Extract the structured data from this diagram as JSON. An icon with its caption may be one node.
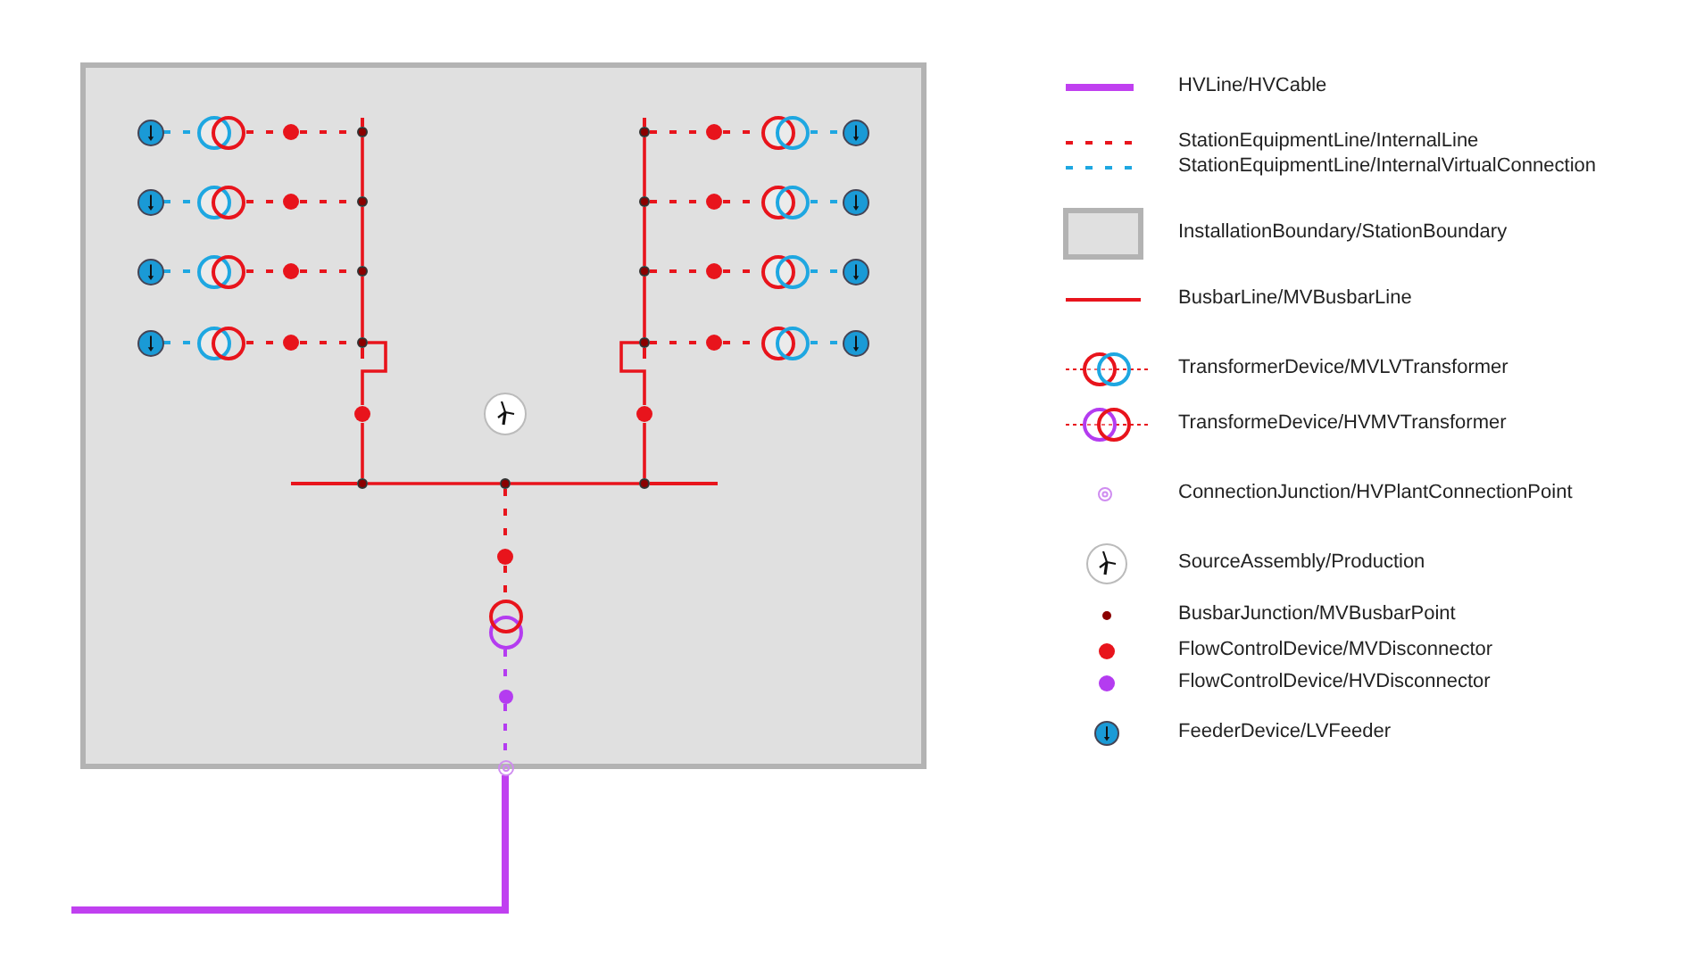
{
  "diagram": {
    "nodes": [
      {
        "text": [],
        "shape": "box"
      },
      {
        "text": [],
        "shape": "circle",
        "in": 0
      },
      {
        "text": [],
        "shape": "transformer",
        "in": 0
      },
      {
        "text": [],
        "shape": "circle",
        "in": 0
      },
      {
        "text": [],
        "shape": "circle",
        "in": 0
      },
      {
        "text": [],
        "shape": "circle",
        "in": 0
      },
      {
        "text": [],
        "shape": "circle",
        "in": 0
      },
      {
        "text": [],
        "shape": "transformer",
        "in": 0
      },
      {
        "text": [],
        "shape": "circle",
        "in": 0
      },
      {
        "text": [],
        "shape": "circle",
        "in": 0
      },
      {
        "text": [],
        "shape": "transformer",
        "in": 0
      },
      {
        "text": [],
        "shape": "circle",
        "in": 0
      },
      {
        "text": [],
        "shape": "circle",
        "in": 0
      },
      {
        "text": [],
        "shape": "circle",
        "in": 0
      },
      {
        "text": [],
        "shape": "circle",
        "in": 0
      },
      {
        "text": [],
        "shape": "transformer",
        "in": 0
      },
      {
        "text": [],
        "shape": "circle",
        "in": 0
      },
      {
        "text": [],
        "shape": "circle",
        "in": 0
      },
      {
        "text": [],
        "shape": "transformer",
        "in": 0
      },
      {
        "text": [],
        "shape": "circle",
        "in": 0
      },
      {
        "text": [],
        "shape": "circle",
        "in": 0
      },
      {
        "text": [],
        "shape": "circle",
        "in": 0
      },
      {
        "text": [],
        "shape": "circle",
        "in": 0
      },
      {
        "text": [],
        "shape": "transformer",
        "in": 0
      },
      {
        "text": [],
        "shape": "circle",
        "in": 0
      },
      {
        "text": [],
        "shape": "circle",
        "in": 0
      },
      {
        "text": [],
        "shape": "transformer",
        "in": 0
      },
      {
        "text": [],
        "shape": "circle",
        "in": 0
      },
      {
        "text": [],
        "shape": "circle",
        "in": 0
      },
      {
        "text": [],
        "shape": "circle",
        "in": 0
      },
      {
        "text": [],
        "shape": "circle",
        "in": 0
      },
      {
        "text": [],
        "shape": "transformer",
        "in": 0
      },
      {
        "text": [],
        "shape": "circle",
        "in": 0
      },
      {
        "text": [],
        "shape": "circle",
        "in": 0
      },
      {
        "text": [],
        "shape": "picture",
        "in": 0
      },
      {
        "text": [],
        "shape": "circle",
        "in": 0
      },
      {
        "text": [],
        "shape": "circle",
        "in": 0
      },
      {
        "text": [],
        "shape": "circle",
        "in": 0
      },
      {
        "text": [],
        "shape": "circle",
        "in": 0
      },
      {
        "text": [],
        "shape": "circle",
        "in": 0
      },
      {
        "text": [],
        "shape": "transformer",
        "in": 0
      },
      {
        "text": [],
        "shape": "circle",
        "in": 0
      },
      {
        "text": [],
        "shape": "circle"
      }
    ],
    "edges": [
      {
        "from": 1,
        "to": 2,
        "arrow": "none",
        "style": "dashed",
        "color": "#1ea7e1"
      },
      {
        "from": 2,
        "to": 3,
        "arrow": "none",
        "style": "dashed"
      },
      {
        "from": 3,
        "to": 4,
        "arrow": "none",
        "style": "dashed"
      },
      {
        "from": 5,
        "to": 6,
        "arrow": "none",
        "style": "dashed"
      },
      {
        "from": 6,
        "to": 7,
        "arrow": "none",
        "style": "dashed"
      },
      {
        "from": 7,
        "to": 8,
        "arrow": "none",
        "style": "dashed",
        "color": "#1ea7e1"
      },
      {
        "from": 9,
        "to": 10,
        "arrow": "none",
        "style": "dashed",
        "color": "#1ea7e1"
      },
      {
        "from": 10,
        "to": 11,
        "arrow": "none",
        "style": "dashed"
      },
      {
        "from": 11,
        "to": 12,
        "arrow": "none",
        "style": "dashed"
      },
      {
        "from": 13,
        "to": 14,
        "arrow": "none",
        "style": "dashed"
      },
      {
        "from": 14,
        "to": 15,
        "arrow": "none",
        "style": "dashed"
      },
      {
        "from": 15,
        "to": 16,
        "arrow": "none",
        "style": "dashed",
        "color": "#1ea7e1"
      },
      {
        "from": 17,
        "to": 18,
        "arrow": "none",
        "style": "dashed",
        "color": "#1ea7e1"
      },
      {
        "from": 18,
        "to": 19,
        "arrow": "none",
        "style": "dashed"
      },
      {
        "from": 19,
        "to": 20,
        "arrow": "none",
        "style": "dashed"
      },
      {
        "from": 21,
        "to": 22,
        "arrow": "none",
        "style": "dashed"
      },
      {
        "from": 22,
        "to": 23,
        "arrow": "none",
        "style": "dashed"
      },
      {
        "from": 23,
        "to": 24,
        "arrow": "none",
        "style": "dashed",
        "color": "#1ea7e1"
      },
      {
        "from": 25,
        "to": 26,
        "arrow": "none",
        "style": "dashed",
        "color": "#1ea7e1"
      },
      {
        "from": 26,
        "to": 27,
        "arrow": "none",
        "style": "dashed"
      },
      {
        "from": 27,
        "to": 28,
        "arrow": "none",
        "style": "dashed"
      },
      {
        "from": 29,
        "to": 30,
        "arrow": "none",
        "style": "dashed"
      },
      {
        "from": 30,
        "to": 31,
        "arrow": "none",
        "style": "dashed"
      },
      {
        "from": 31,
        "to": 32,
        "arrow": "none",
        "style": "dashed",
        "color": "#1ea7e1"
      },
      {
        "from": 4,
        "to": 12,
        "arrow": "none"
      },
      {
        "from": 12,
        "to": 20,
        "arrow": "none"
      },
      {
        "from": 20,
        "to": 28,
        "arrow": "none"
      },
      {
        "from": 28,
        "to": 33,
        "arrow": "none"
      },
      {
        "from": 33,
        "to": 36,
        "arrow": "none"
      },
      {
        "from": 5,
        "to": 13,
        "arrow": "none"
      },
      {
        "from": 13,
        "to": 21,
        "arrow": "none"
      },
      {
        "from": 21,
        "to": 29,
        "arrow": "none"
      },
      {
        "from": 29,
        "to": 35,
        "arrow": "none"
      },
      {
        "from": 35,
        "to": 38,
        "arrow": "none"
      },
      {
        "from": 36,
        "to": 37,
        "arrow": "none"
      },
      {
        "from": 37,
        "to": 38,
        "arrow": "none"
      },
      {
        "from": 37,
        "to": 39,
        "arrow": "none",
        "style": "dashed"
      },
      {
        "from": 39,
        "to": 40,
        "arrow": "none",
        "style": "dashed"
      },
      {
        "from": 40,
        "to": 41,
        "arrow": "none",
        "style": "dashed",
        "color": "#b43cf0"
      },
      {
        "from": 41,
        "to": 42,
        "arrow": "none",
        "style": "dashed",
        "color": "#b43cf0"
      },
      {
        "from": 42,
        "to": null,
        "arrow": "none",
        "style": "thick",
        "color": "#c040f0"
      }
    ],
    "legend": [
      {
        "text": "HVLine/HVCable"
      },
      {
        "text": "StationEquipmentLine/InternalLine"
      },
      {
        "text": "StationEquipmentLine/InternalVirtualConnection"
      },
      {
        "text": "InstallationBoundary/StationBoundary"
      },
      {
        "text": "BusbarLine/MVBusbarLine"
      },
      {
        "text": "TransformerDevice/MVLVTransformer"
      },
      {
        "text": "TransformeDevice/HVMVTransformer"
      },
      {
        "text": "ConnectionJunction/HVPlantConnectionPoint"
      },
      {
        "text": "SourceAssembly/Production"
      },
      {
        "text": "BusbarJunction/MVBusbarPoint"
      },
      {
        "text": "FlowControlDevice/MVDisconnector"
      },
      {
        "text": "FlowControlDevice/HVDisconnector"
      },
      {
        "text": "FeederDevice/LVFeeder"
      }
    ]
  }
}
